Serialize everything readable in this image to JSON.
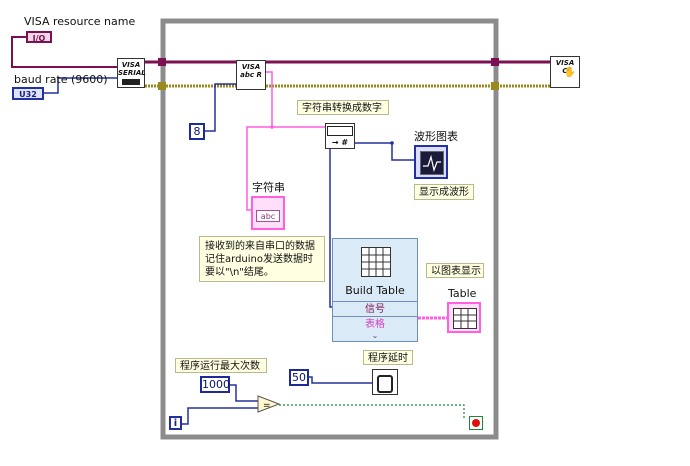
{
  "labels": {
    "visa_resource_name": "VISA resource name",
    "baud_rate": "baud rate (9600)",
    "string_indicator": "字符串",
    "waveform_chart": "波形图表",
    "table_indicator": "Table"
  },
  "terminals": {
    "visa_io": "I/O",
    "baud_type": "U32",
    "string_type": "abc",
    "loop_iteration": "i"
  },
  "constants": {
    "byte_count": "8",
    "max_count": "1000",
    "delay_ms": "50"
  },
  "functions": {
    "visa_serial": "VISA\nSERIAL",
    "visa_read": "VISA\nabc R",
    "visa_close": "VISA\nC",
    "build_table_title": "Build Table",
    "build_table_signal": "信号",
    "build_table_table": "表格"
  },
  "comments": {
    "string_to_number": "字符串转换成数字",
    "show_waveform": "显示成波形",
    "show_table": "以图表显示",
    "max_runs": "程序运行最大次数",
    "delay": "程序延时",
    "receive_note": "接收到的来自串口的数据\n记住arduino发送数据时\n要以\"\\n\"结尾。"
  },
  "colors": {
    "visa_wire": "#7b1052",
    "error_wire": "#9a8a1e",
    "string_wire": "#ff5fe0",
    "numeric_wire": "#2330a0",
    "dynamic_wire": "#3a2ec8",
    "bool_wire": "#1a8a3a",
    "loop_frame": "#8c8c8c"
  }
}
